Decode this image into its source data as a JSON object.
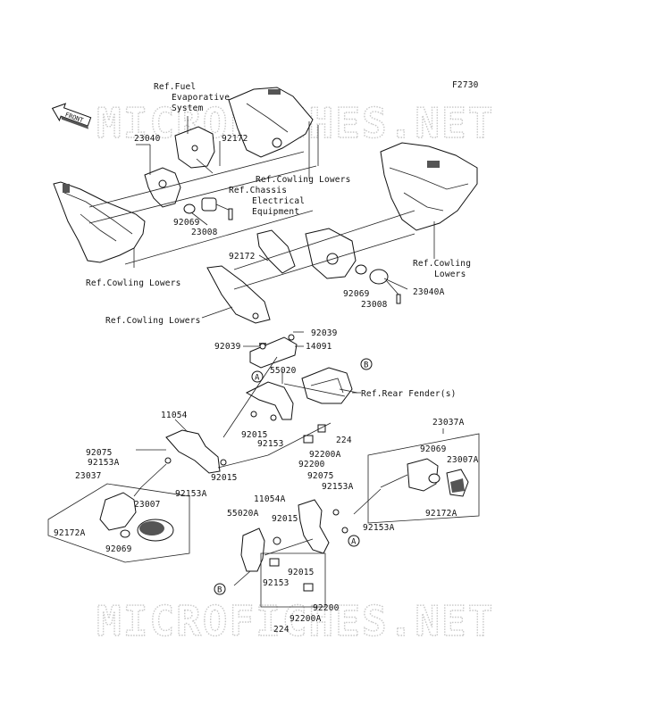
{
  "diagram_code": "F2730",
  "watermark_text": "MICROFICHES.NET",
  "front_label": "FRONT",
  "labels": {
    "ref_fuel": "Ref.Fuel",
    "ref_evap": "Evaporative",
    "ref_system": "System",
    "p23040": "23040",
    "p92172_top": "92172",
    "ref_cowling_lowers_1": "Ref.Cowling Lowers",
    "ref_chassis": "Ref.Chassis",
    "ref_electrical": "Electrical",
    "ref_equipment": "Equipment",
    "p92069_left": "92069",
    "p23008_left": "23008",
    "ref_cowling_lowers_2": "Ref.Cowling Lowers",
    "p92172_mid": "92172",
    "ref_cowling_r1": "Ref.Cowling",
    "ref_cowling_r2": "Lowers",
    "p92069_right": "92069",
    "p23008_right": "23008",
    "p23040A": "23040A",
    "ref_cowling_lowers_3": "Ref.Cowling Lowers",
    "p92039_a": "92039",
    "p92039_b": "92039",
    "p14091": "14091",
    "p55020": "55020",
    "ref_rear_fender": "Ref.Rear Fender(s)",
    "p11054": "11054",
    "p92015_a": "92015",
    "p92153_a": "92153",
    "p224_a": "224",
    "p92075_a": "92075",
    "p92153A_a": "92153A",
    "p92015_b": "92015",
    "p92200A_a": "92200A",
    "p92200_a": "92200",
    "p92153A_b": "92153A",
    "p23037A": "23037A",
    "p92069_r2": "92069",
    "p23007A": "23007A",
    "p23037": "23037",
    "p92075_b": "92075",
    "p92153A_c": "92153A",
    "p11054A": "11054A",
    "p92172A_r": "92172A",
    "p23007": "23007",
    "p55020A": "55020A",
    "p92015_c": "92015",
    "p92153A_d": "92153A",
    "p92172A_l": "92172A",
    "p92069_l2": "92069",
    "p92153_b": "92153",
    "p92015_d": "92015",
    "p92200": "92200",
    "p92200A_b": "92200A",
    "p224_b": "224",
    "circle_A": "A",
    "circle_B": "B"
  }
}
